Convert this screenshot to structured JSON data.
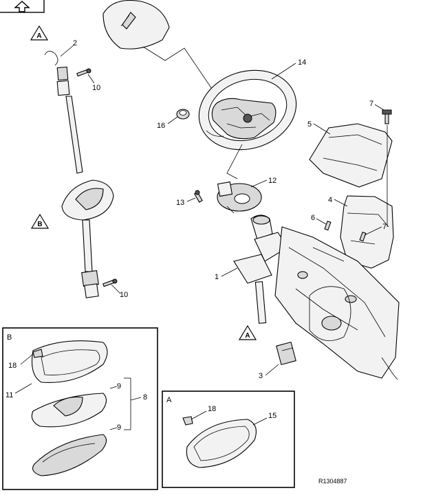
{
  "diagram": {
    "up_arrow_icon": "up-arrow-icon",
    "callouts": {
      "c1": "1",
      "c2": "2",
      "c3": "3",
      "c4": "4",
      "c5": "5",
      "c6": "6",
      "c7a": "7",
      "c7b": "7",
      "c8": "8",
      "c9a": "9",
      "c9b": "9",
      "c10a": "10",
      "c10b": "10",
      "c11": "11",
      "c12": "12",
      "c13": "13",
      "c14": "14",
      "c15": "15",
      "c16": "16",
      "c18a": "18",
      "c18b": "18"
    },
    "markers": {
      "tri_a_top": "A",
      "tri_b": "B",
      "tri_a_bottom": "A"
    },
    "detail_boxes": {
      "box_b_label": "B",
      "box_a_label": "A"
    },
    "reference_code": "R1304887"
  }
}
